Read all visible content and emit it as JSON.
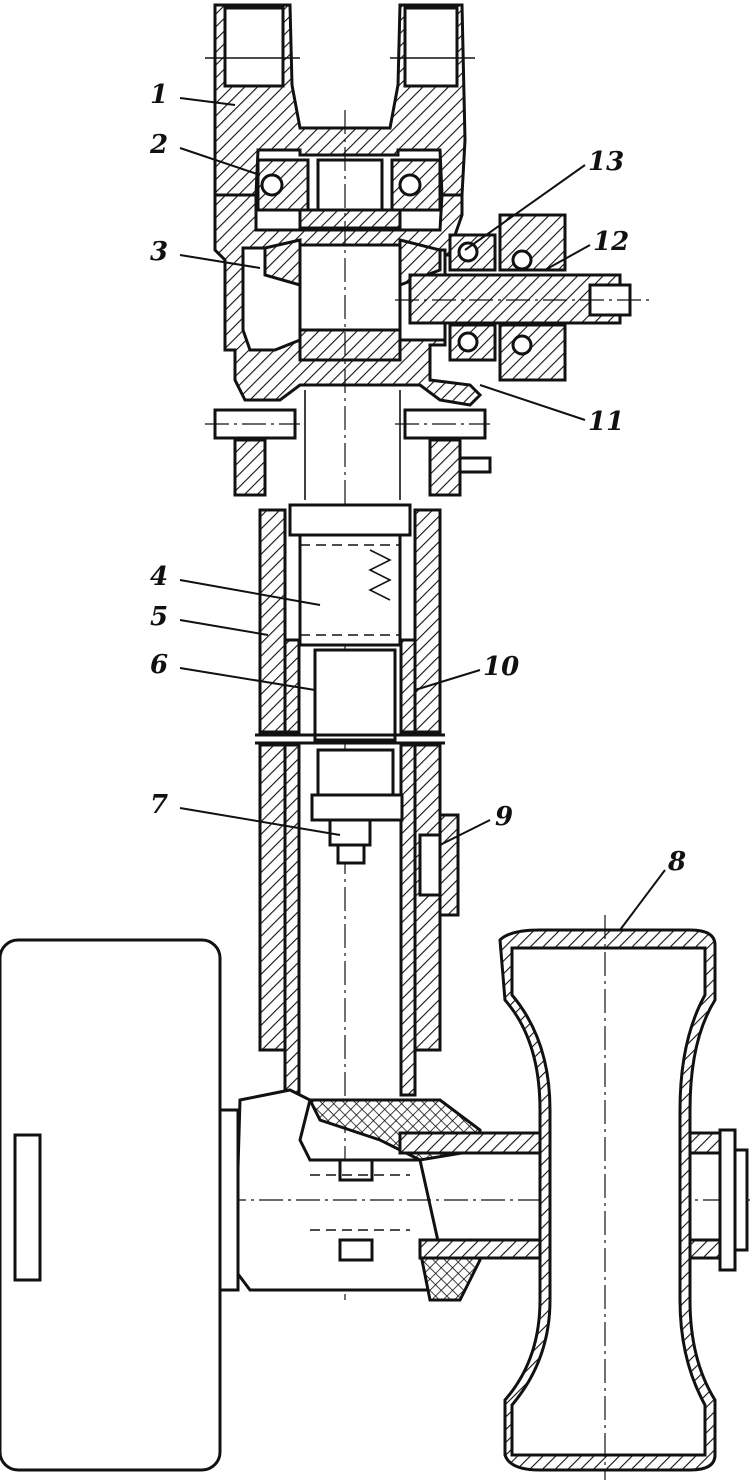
{
  "drawing": {
    "callouts": [
      {
        "id": "1",
        "text": "1"
      },
      {
        "id": "2",
        "text": "2"
      },
      {
        "id": "3",
        "text": "3"
      },
      {
        "id": "4",
        "text": "4"
      },
      {
        "id": "5",
        "text": "5"
      },
      {
        "id": "6",
        "text": "6"
      },
      {
        "id": "7",
        "text": "7"
      },
      {
        "id": "8",
        "text": "8"
      },
      {
        "id": "9",
        "text": "9"
      },
      {
        "id": "10",
        "text": "10"
      },
      {
        "id": "11",
        "text": "11"
      },
      {
        "id": "12",
        "text": "12"
      },
      {
        "id": "13",
        "text": "13"
      }
    ]
  },
  "colors": {
    "ink": "#111111",
    "paper": "#ffffff"
  }
}
